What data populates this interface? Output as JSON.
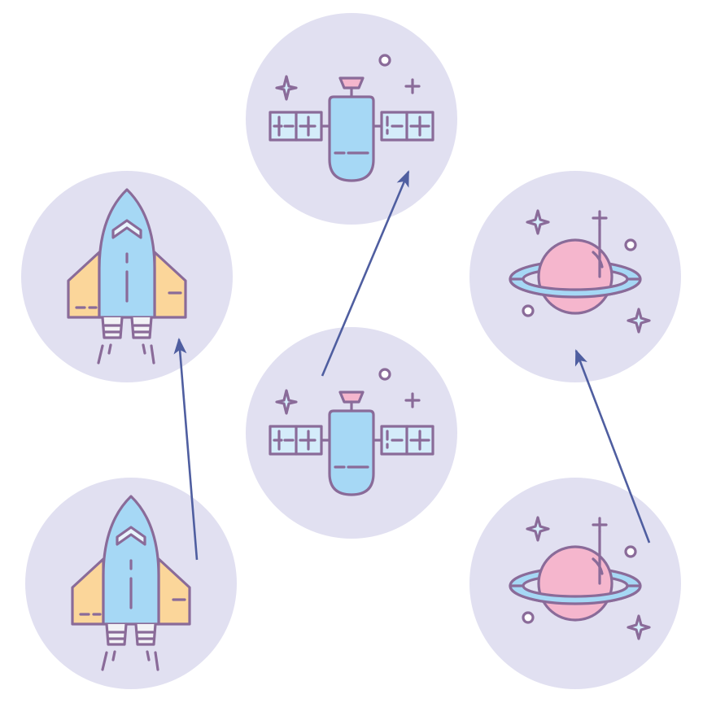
{
  "colors": {
    "background": "#ffffff",
    "circle": "#e1e0f1",
    "outline": "#8a6b99",
    "body_blue": "#a6d8f5",
    "wing_orange": "#fbd69a",
    "pink": "#f5b6cd",
    "arrow": "#4f5ea0"
  },
  "nodes": [
    {
      "id": "rocket-upper",
      "icon": "rocket-icon"
    },
    {
      "id": "rocket-lower",
      "icon": "rocket-icon"
    },
    {
      "id": "satellite-upper",
      "icon": "satellite-icon"
    },
    {
      "id": "satellite-lower",
      "icon": "satellite-icon"
    },
    {
      "id": "planet-upper",
      "icon": "planet-icon"
    },
    {
      "id": "planet-lower",
      "icon": "planet-icon"
    }
  ],
  "edges": [
    {
      "from": "rocket-lower",
      "to": "rocket-upper"
    },
    {
      "from": "satellite-lower",
      "to": "satellite-upper"
    },
    {
      "from": "planet-lower",
      "to": "planet-upper"
    }
  ]
}
